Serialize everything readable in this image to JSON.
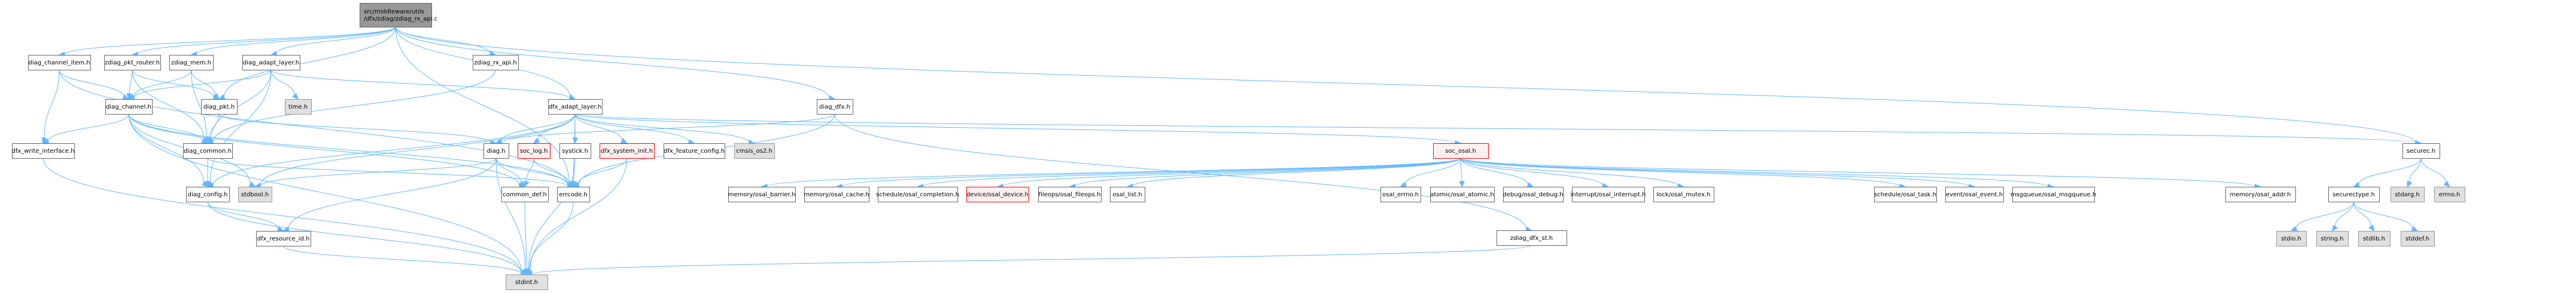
{
  "title": "Include dependency graph for zdiag_rx_api.c",
  "colors": {
    "edge": "#63b8ff",
    "root_fill": "#999999",
    "root_stroke": "#666666",
    "normal_fill": "#ffffff",
    "normal_stroke": "#666666",
    "system_fill": "#e0e0e0",
    "system_stroke": "#999999",
    "missing_fill": "#fff0f0",
    "missing_stroke": "#ff0000"
  },
  "nodes": [
    {
      "id": "root",
      "label": [
        "src/middleware/utils",
        "/dfx/zdiag/zdiag_rx_api.c"
      ],
      "kind": "root"
    },
    {
      "id": "diag_channel_item",
      "label": [
        "diag_channel_item.h"
      ],
      "kind": "normal"
    },
    {
      "id": "zdiag_pkt_router",
      "label": [
        "zdiag_pkt_router.h"
      ],
      "kind": "normal"
    },
    {
      "id": "zdiag_mem",
      "label": [
        "zdiag_mem.h"
      ],
      "kind": "normal"
    },
    {
      "id": "diag_adapt_layer",
      "label": [
        "diag_adapt_layer.h"
      ],
      "kind": "normal"
    },
    {
      "id": "zdiag_rx_api",
      "label": [
        "zdiag_rx_api.h"
      ],
      "kind": "normal"
    },
    {
      "id": "diag_channel",
      "label": [
        "diag_channel.h"
      ],
      "kind": "normal"
    },
    {
      "id": "diag_pkt",
      "label": [
        "diag_pkt.h"
      ],
      "kind": "normal"
    },
    {
      "id": "time",
      "label": [
        "time.h"
      ],
      "kind": "system"
    },
    {
      "id": "dfx_adapt_layer",
      "label": [
        "dfx_adapt_layer.h"
      ],
      "kind": "normal"
    },
    {
      "id": "diag_dfx",
      "label": [
        "diag_dfx.h"
      ],
      "kind": "normal"
    },
    {
      "id": "dfx_write_interface",
      "label": [
        "dfx_write_interface.h"
      ],
      "kind": "normal"
    },
    {
      "id": "diag_common",
      "label": [
        "diag_common.h"
      ],
      "kind": "normal"
    },
    {
      "id": "diag",
      "label": [
        "diag.h"
      ],
      "kind": "normal"
    },
    {
      "id": "soc_log",
      "label": [
        "soc_log.h"
      ],
      "kind": "missing"
    },
    {
      "id": "systick",
      "label": [
        "systick.h"
      ],
      "kind": "normal"
    },
    {
      "id": "dfx_system_init",
      "label": [
        "dfx_system_init.h"
      ],
      "kind": "missing"
    },
    {
      "id": "dfx_feature_config",
      "label": [
        "dfx_feature_config.h"
      ],
      "kind": "normal"
    },
    {
      "id": "cmsis_os2",
      "label": [
        "cmsis_os2.h"
      ],
      "kind": "system"
    },
    {
      "id": "soc_osal",
      "label": [
        "soc_osal.h"
      ],
      "kind": "missing"
    },
    {
      "id": "securec",
      "label": [
        "securec.h"
      ],
      "kind": "normal"
    },
    {
      "id": "diag_config",
      "label": [
        "diag_config.h"
      ],
      "kind": "normal"
    },
    {
      "id": "stdbool",
      "label": [
        "stdbool.h"
      ],
      "kind": "system"
    },
    {
      "id": "common_def",
      "label": [
        "common_def.h"
      ],
      "kind": "normal"
    },
    {
      "id": "errcode",
      "label": [
        "errcode.h"
      ],
      "kind": "normal"
    },
    {
      "id": "osal_barrier",
      "label": [
        "memory/osal_barrier.h"
      ],
      "kind": "normal"
    },
    {
      "id": "osal_cache",
      "label": [
        "memory/osal_cache.h"
      ],
      "kind": "normal"
    },
    {
      "id": "osal_completion",
      "label": [
        "schedule/osal_completion.h"
      ],
      "kind": "normal"
    },
    {
      "id": "osal_device",
      "label": [
        "device/osal_device.h"
      ],
      "kind": "missing"
    },
    {
      "id": "osal_fileops",
      "label": [
        "fileops/osal_fileops.h"
      ],
      "kind": "normal"
    },
    {
      "id": "osal_list",
      "label": [
        "osal_list.h"
      ],
      "kind": "normal"
    },
    {
      "id": "osal_errno",
      "label": [
        "osal_errno.h"
      ],
      "kind": "normal"
    },
    {
      "id": "osal_atomic",
      "label": [
        "atomic/osal_atomic.h"
      ],
      "kind": "normal"
    },
    {
      "id": "osal_debug",
      "label": [
        "debug/osal_debug.h"
      ],
      "kind": "normal"
    },
    {
      "id": "osal_interrupt",
      "label": [
        "interrupt/osal_interrupt.h"
      ],
      "kind": "normal"
    },
    {
      "id": "osal_mutex",
      "label": [
        "lock/osal_mutex.h"
      ],
      "kind": "normal"
    },
    {
      "id": "osal_task",
      "label": [
        "schedule/osal_task.h"
      ],
      "kind": "normal"
    },
    {
      "id": "osal_event",
      "label": [
        "event/osal_event.h"
      ],
      "kind": "normal"
    },
    {
      "id": "osal_msgqueue",
      "label": [
        "msgqueue/osal_msgqueue.h"
      ],
      "kind": "normal"
    },
    {
      "id": "osal_addr",
      "label": [
        "memory/osal_addr.h"
      ],
      "kind": "normal"
    },
    {
      "id": "securectype",
      "label": [
        "securectype.h"
      ],
      "kind": "normal"
    },
    {
      "id": "stdarg",
      "label": [
        "stdarg.h"
      ],
      "kind": "system"
    },
    {
      "id": "errno",
      "label": [
        "errno.h"
      ],
      "kind": "system"
    },
    {
      "id": "dfx_resource_id",
      "label": [
        "dfx_resource_id.h"
      ],
      "kind": "normal"
    },
    {
      "id": "zdiag_dfx_st",
      "label": [
        "zdiag_dfx_st.h"
      ],
      "kind": "normal"
    },
    {
      "id": "stdio",
      "label": [
        "stdio.h"
      ],
      "kind": "system"
    },
    {
      "id": "string",
      "label": [
        "string.h"
      ],
      "kind": "system"
    },
    {
      "id": "stdlib",
      "label": [
        "stdlib.h"
      ],
      "kind": "system"
    },
    {
      "id": "stddef",
      "label": [
        "stddef.h"
      ],
      "kind": "system"
    },
    {
      "id": "stdint",
      "label": [
        "stdint.h"
      ],
      "kind": "system"
    }
  ],
  "edges": [
    [
      "root",
      "diag_channel_item"
    ],
    [
      "root",
      "zdiag_pkt_router"
    ],
    [
      "root",
      "zdiag_mem"
    ],
    [
      "root",
      "diag_adapt_layer"
    ],
    [
      "root",
      "zdiag_rx_api"
    ],
    [
      "root",
      "diag_pkt"
    ],
    [
      "root",
      "dfx_adapt_layer"
    ],
    [
      "root",
      "diag_dfx"
    ],
    [
      "root",
      "securec"
    ],
    [
      "root",
      "errcode"
    ],
    [
      "diag_channel_item",
      "diag_channel"
    ],
    [
      "diag_channel_item",
      "dfx_write_interface"
    ],
    [
      "diag_channel_item",
      "errcode"
    ],
    [
      "zdiag_pkt_router",
      "diag_channel"
    ],
    [
      "zdiag_pkt_router",
      "diag_pkt"
    ],
    [
      "zdiag_pkt_router",
      "diag_common"
    ],
    [
      "zdiag_mem",
      "diag_channel"
    ],
    [
      "zdiag_mem",
      "diag_pkt"
    ],
    [
      "zdiag_mem",
      "diag_common"
    ],
    [
      "diag_adapt_layer",
      "diag_channel"
    ],
    [
      "diag_adapt_layer",
      "time"
    ],
    [
      "diag_adapt_layer",
      "diag_common"
    ],
    [
      "diag_adapt_layer",
      "diag_config"
    ],
    [
      "diag_adapt_layer",
      "dfx_adapt_layer"
    ],
    [
      "zdiag_rx_api",
      "diag_common"
    ],
    [
      "diag_channel",
      "dfx_write_interface"
    ],
    [
      "diag_channel",
      "diag_common"
    ],
    [
      "diag_channel",
      "diag_config"
    ],
    [
      "diag_channel",
      "stdbool"
    ],
    [
      "diag_channel",
      "errcode"
    ],
    [
      "diag_channel",
      "stdint"
    ],
    [
      "diag_channel",
      "common_def"
    ],
    [
      "diag_pkt",
      "diag_common"
    ],
    [
      "diag_pkt",
      "diag"
    ],
    [
      "dfx_write_interface",
      "stdint"
    ],
    [
      "diag_common",
      "diag_config"
    ],
    [
      "diag_common",
      "errcode"
    ],
    [
      "dfx_adapt_layer",
      "diag"
    ],
    [
      "dfx_adapt_layer",
      "soc_log"
    ],
    [
      "dfx_adapt_layer",
      "systick"
    ],
    [
      "dfx_adapt_layer",
      "dfx_system_init"
    ],
    [
      "dfx_adapt_layer",
      "dfx_feature_config"
    ],
    [
      "dfx_adapt_layer",
      "cmsis_os2"
    ],
    [
      "dfx_adapt_layer",
      "soc_osal"
    ],
    [
      "dfx_adapt_layer",
      "securec"
    ],
    [
      "dfx_adapt_layer",
      "stdbool"
    ],
    [
      "dfx_adapt_layer",
      "diag_config"
    ],
    [
      "dfx_adapt_layer",
      "errcode"
    ],
    [
      "diag_dfx",
      "diag"
    ],
    [
      "diag_dfx",
      "zdiag_dfx_st"
    ],
    [
      "diag_dfx",
      "errcode"
    ],
    [
      "diag",
      "common_def"
    ],
    [
      "diag",
      "errcode"
    ],
    [
      "diag",
      "stdint"
    ],
    [
      "diag",
      "dfx_resource_id"
    ],
    [
      "diag",
      "stdbool"
    ],
    [
      "soc_log",
      "common_def"
    ],
    [
      "soc_log",
      "errcode"
    ],
    [
      "systick",
      "errcode"
    ],
    [
      "systick",
      "stdint"
    ],
    [
      "dfx_system_init",
      "errcode"
    ],
    [
      "dfx_system_init",
      "stdint"
    ],
    [
      "diag_config",
      "dfx_resource_id"
    ],
    [
      "diag_config",
      "stdint"
    ],
    [
      "common_def",
      "stdint"
    ],
    [
      "errcode",
      "stdint"
    ],
    [
      "dfx_resource_id",
      "stdint"
    ],
    [
      "zdiag_dfx_st",
      "stdint"
    ],
    [
      "soc_osal",
      "osal_barrier"
    ],
    [
      "soc_osal",
      "osal_cache"
    ],
    [
      "soc_osal",
      "osal_completion"
    ],
    [
      "soc_osal",
      "osal_device"
    ],
    [
      "soc_osal",
      "osal_fileops"
    ],
    [
      "soc_osal",
      "osal_list"
    ],
    [
      "soc_osal",
      "osal_errno"
    ],
    [
      "soc_osal",
      "osal_atomic"
    ],
    [
      "soc_osal",
      "osal_debug"
    ],
    [
      "soc_osal",
      "osal_interrupt"
    ],
    [
      "soc_osal",
      "osal_mutex"
    ],
    [
      "soc_osal",
      "osal_task"
    ],
    [
      "soc_osal",
      "osal_event"
    ],
    [
      "soc_osal",
      "osal_msgqueue"
    ],
    [
      "soc_osal",
      "osal_addr"
    ],
    [
      "securec",
      "securectype"
    ],
    [
      "securec",
      "stdarg"
    ],
    [
      "securec",
      "errno"
    ],
    [
      "securectype",
      "stdio"
    ],
    [
      "securectype",
      "string"
    ],
    [
      "securectype",
      "stdlib"
    ],
    [
      "securectype",
      "stddef"
    ]
  ]
}
